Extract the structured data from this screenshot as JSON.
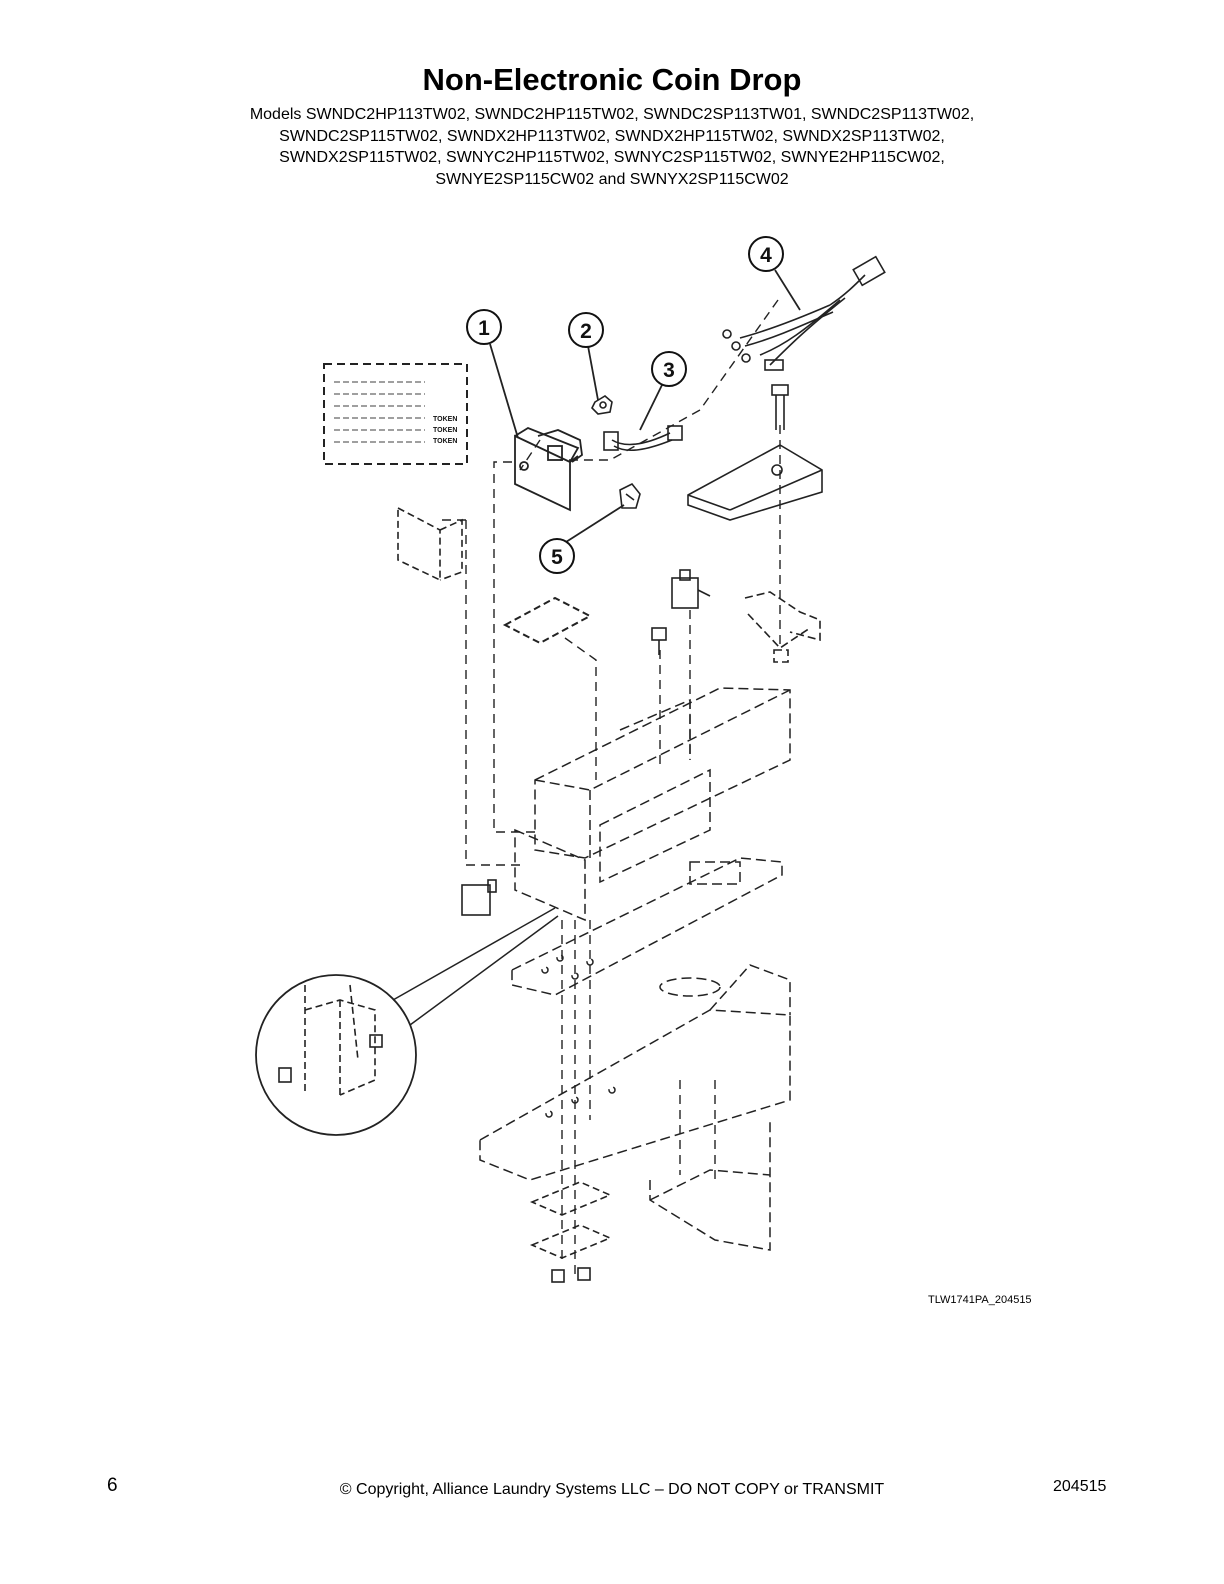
{
  "header": {
    "title": "Non-Electronic Coin Drop",
    "models_lines": [
      "Models SWNDC2HP113TW02, SWNDC2HP115TW02, SWNDC2SP113TW01, SWNDC2SP113TW02,",
      "SWNDC2SP115TW02, SWNDX2HP113TW02, SWNDX2HP115TW02, SWNDX2SP113TW02,",
      "SWNDX2SP115TW02, SWNYC2HP115TW02, SWNYC2SP115TW02, SWNYE2HP115CW02,",
      "SWNYE2SP115CW02 and SWNYX2SP115CW02"
    ]
  },
  "diagram": {
    "callouts": [
      "1",
      "2",
      "3",
      "4",
      "5"
    ],
    "token_labels": [
      "TOKEN",
      "TOKEN",
      "TOKEN"
    ],
    "figure_id": "TLW1741PA_204515"
  },
  "footer": {
    "page_number": "6",
    "copyright": "© Copyright, Alliance Laundry Systems LLC – DO NOT COPY or TRANSMIT",
    "document_number": "204515"
  }
}
